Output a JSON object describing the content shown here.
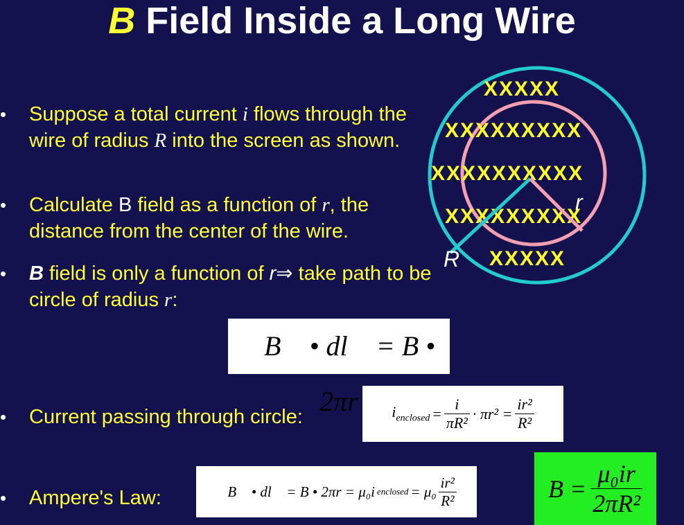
{
  "title": {
    "bold_letter": "B",
    "rest": " Field Inside a Long Wire"
  },
  "bullets": {
    "b1": {
      "text1": "Suppose a total current ",
      "var": "i",
      "text2": " flows through the wire of radius ",
      "var2": "R",
      "text3": " into the screen as shown."
    },
    "b2": {
      "text1": "Calculate ",
      "b": "B",
      "text2": " field as a function of ",
      "var": "r",
      "text3": ", the distance from the center of the wire."
    },
    "b3": {
      "bold": "B",
      "text1": " field is only a function of ",
      "var": "r",
      "arrow": "⇒",
      "text2": " take path to be circle of radius ",
      "var2": "r",
      "text3": ":"
    },
    "b4": {
      "text": "Current passing through circle:"
    },
    "b5": {
      "text": "Ampere's Law:"
    }
  },
  "equations": {
    "eq1": {
      "lhs": "∮B⃗ • dl⃗",
      "rhs": "= B • 2πr"
    },
    "eq2": {
      "i_enc": "i",
      "sub": "enclosed",
      "eq": "=",
      "num1": "i",
      "den1": "πR²",
      "mid": "· πr² =",
      "num2": "ir²",
      "den2": "R²"
    },
    "eq3": {
      "text": "∮B⃗ • dl⃗ = B • 2πr = μ₀i",
      "sub": "enclosed",
      "eq": "= μ₀",
      "num": "ir²",
      "den": "R²"
    },
    "result": {
      "lhs": "B =",
      "num": "μ₀ir",
      "den": "2πR²"
    }
  },
  "diagram": {
    "label_r": "r",
    "label_R": "R",
    "x_rows": [
      "XXXXX",
      "XXXXXXXXX",
      "XXXXXXXXXX",
      "XXXXXXXXX",
      "XXXXX"
    ],
    "colors": {
      "outer": "#22cccc",
      "inner": "#f4a0b0",
      "x": "#ffff22",
      "label": "#ffffff"
    }
  }
}
